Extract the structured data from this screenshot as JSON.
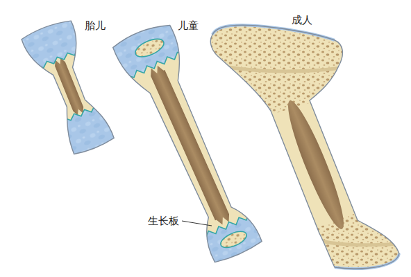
{
  "diagram": {
    "labels": [
      "胎儿",
      "儿童",
      "成人",
      "生长板"
    ]
  }
}
